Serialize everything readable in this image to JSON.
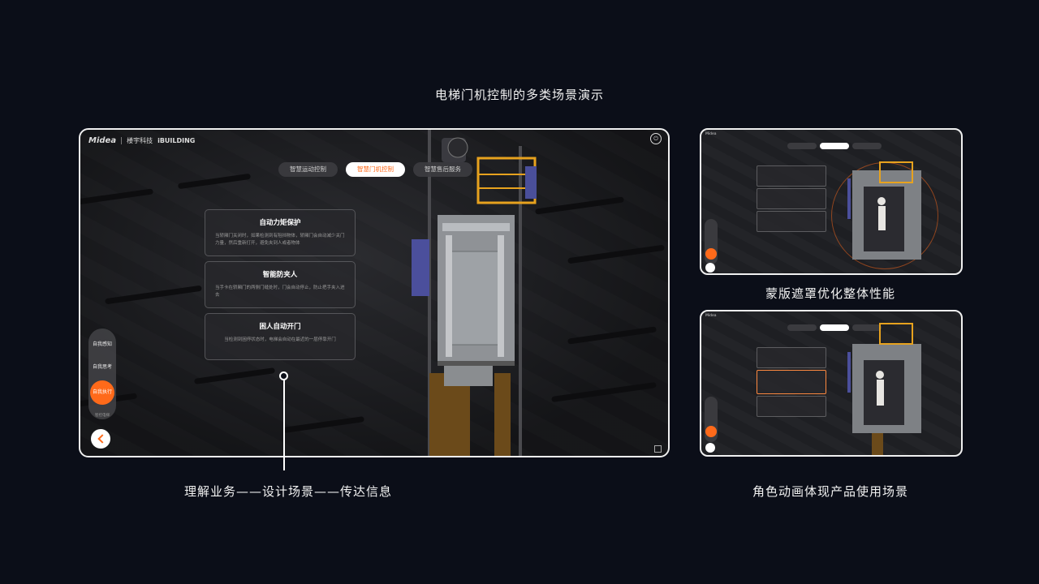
{
  "page_title": "电梯门机控制的多类场景演示",
  "main_screen": {
    "brand_logo": "Midea",
    "brand_name": "楼宇科技",
    "brand_sub": "iBUILDING",
    "tabs": [
      {
        "label": "智慧运动控制",
        "active": false
      },
      {
        "label": "智慧门机控制",
        "active": true
      },
      {
        "label": "智慧售后服务",
        "active": false
      }
    ],
    "cards": [
      {
        "title": "自动力矩保护",
        "desc": "当轿厢门关闭时，如果检测到有阻挡物体，轿厢门会自动减少关门力量，然后重新打开，避免夹到人或者物体"
      },
      {
        "title": "智能防夹人",
        "desc": "当手卡在轿厢门的两侧门缝处时，门会自动停止，防止把手夹入进去"
      },
      {
        "title": "困人自动开门",
        "desc": "当检测到困停状态时，电梯会自动在最近的一层停靠开门"
      }
    ],
    "side_menu": [
      "自我感知",
      "自我思考",
      "自我执行"
    ],
    "side_sub": "智控电梯",
    "accent": "#ff6a1a"
  },
  "captions": {
    "main": "理解业务——设计场景——传达信息",
    "thumb1": "蒙版遮罩优化整体性能",
    "thumb2": "角色动画体现产品使用场景"
  },
  "icons": [
    "power-icon",
    "back-arrow-icon",
    "fullscreen-icon"
  ]
}
